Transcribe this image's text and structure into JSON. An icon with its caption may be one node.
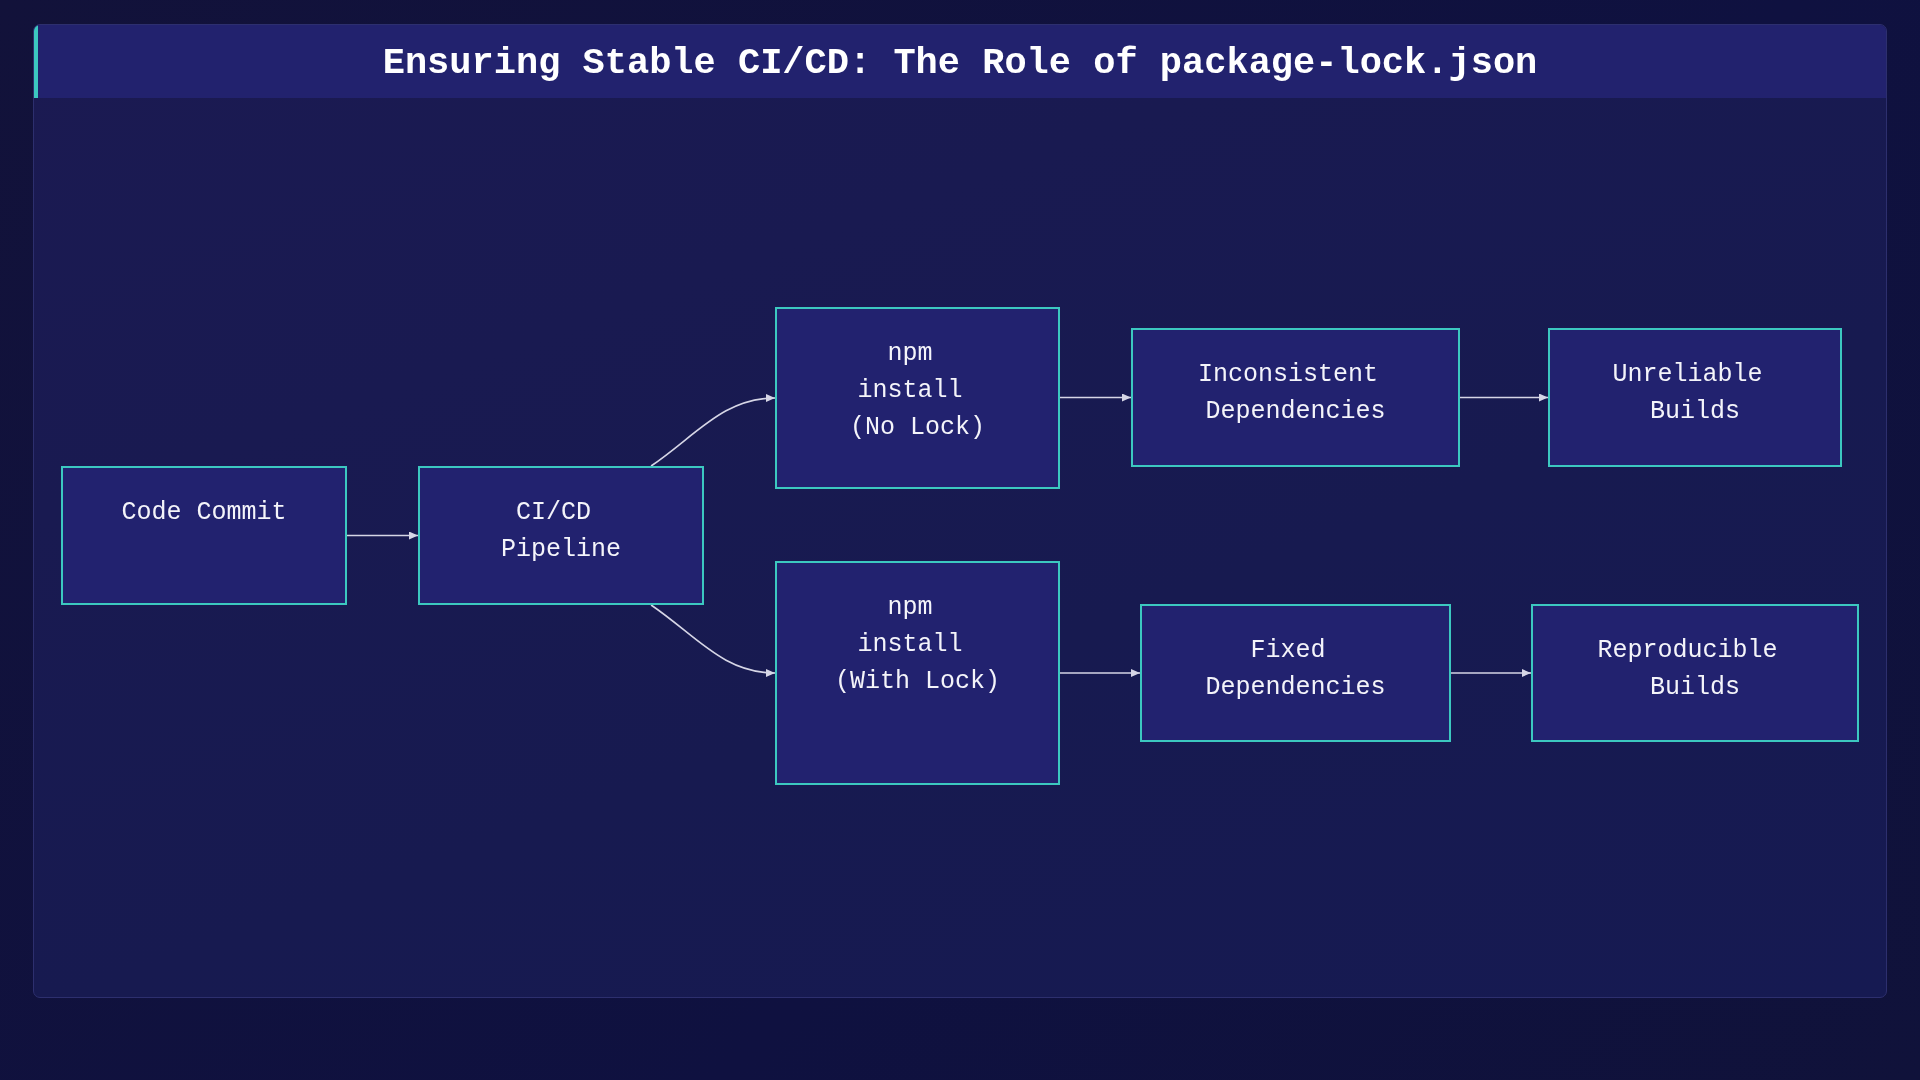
{
  "diagram": {
    "title": "Ensuring Stable CI/CD: The Role of package-lock.json",
    "nodes": [
      {
        "text": [
          "Code Commit"
        ]
      },
      {
        "text": [
          "CI/CD Pipeline"
        ]
      },
      {
        "text": [
          "npm install (No Lock)"
        ]
      },
      {
        "text": [
          "npm install (With Lock)"
        ]
      },
      {
        "text": [
          "Inconsistent Dependencies"
        ]
      },
      {
        "text": [
          "Unreliable Builds"
        ]
      },
      {
        "text": [
          "Fixed Dependencies"
        ]
      },
      {
        "text": [
          "Reproducible Builds"
        ]
      }
    ],
    "edges": [
      {
        "from": 0,
        "to": 1,
        "arrow": "to"
      },
      {
        "from": 1,
        "to": 2,
        "arrow": "to"
      },
      {
        "from": 1,
        "to": 3,
        "arrow": "to"
      },
      {
        "from": 2,
        "to": 4,
        "arrow": "to"
      },
      {
        "from": 4,
        "to": 5,
        "arrow": "to"
      },
      {
        "from": 3,
        "to": 6,
        "arrow": "to"
      },
      {
        "from": 6,
        "to": 7,
        "arrow": "to"
      }
    ]
  }
}
